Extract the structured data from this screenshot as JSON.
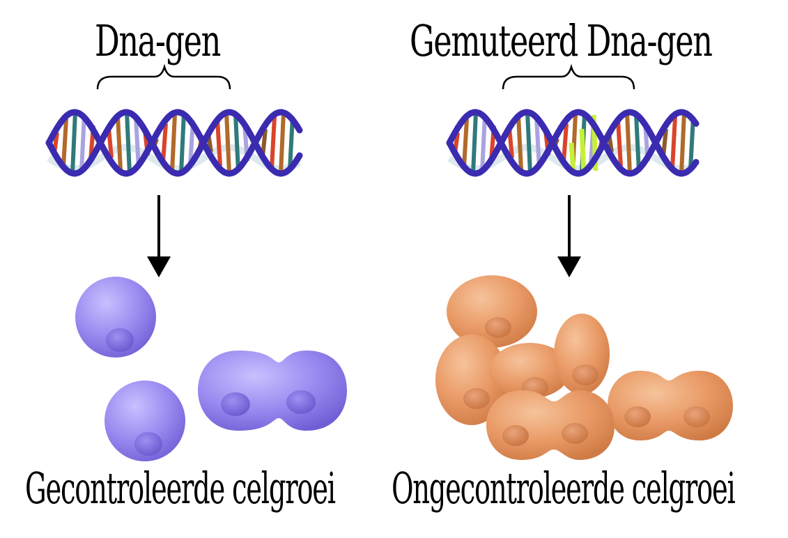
{
  "left_panel": {
    "gene_label": "Dna-gen",
    "caption": "Gecontroleerde celgroei",
    "cell_color": "#8f7fe8"
  },
  "right_panel": {
    "gene_label": "Gemuteerd Dna-gen",
    "caption": "Ongecontroleerde celgroei",
    "cell_color": "#e8955c",
    "mutation_color": "#c6f03a"
  },
  "colors": {
    "dna_backbone": "#3a2bb0",
    "base_pairs": [
      "#d9442a",
      "#b06a2a",
      "#2f7a7a",
      "#a9a3e0",
      "#d9442a",
      "#8a5a2a"
    ],
    "arrow": "#000000"
  }
}
